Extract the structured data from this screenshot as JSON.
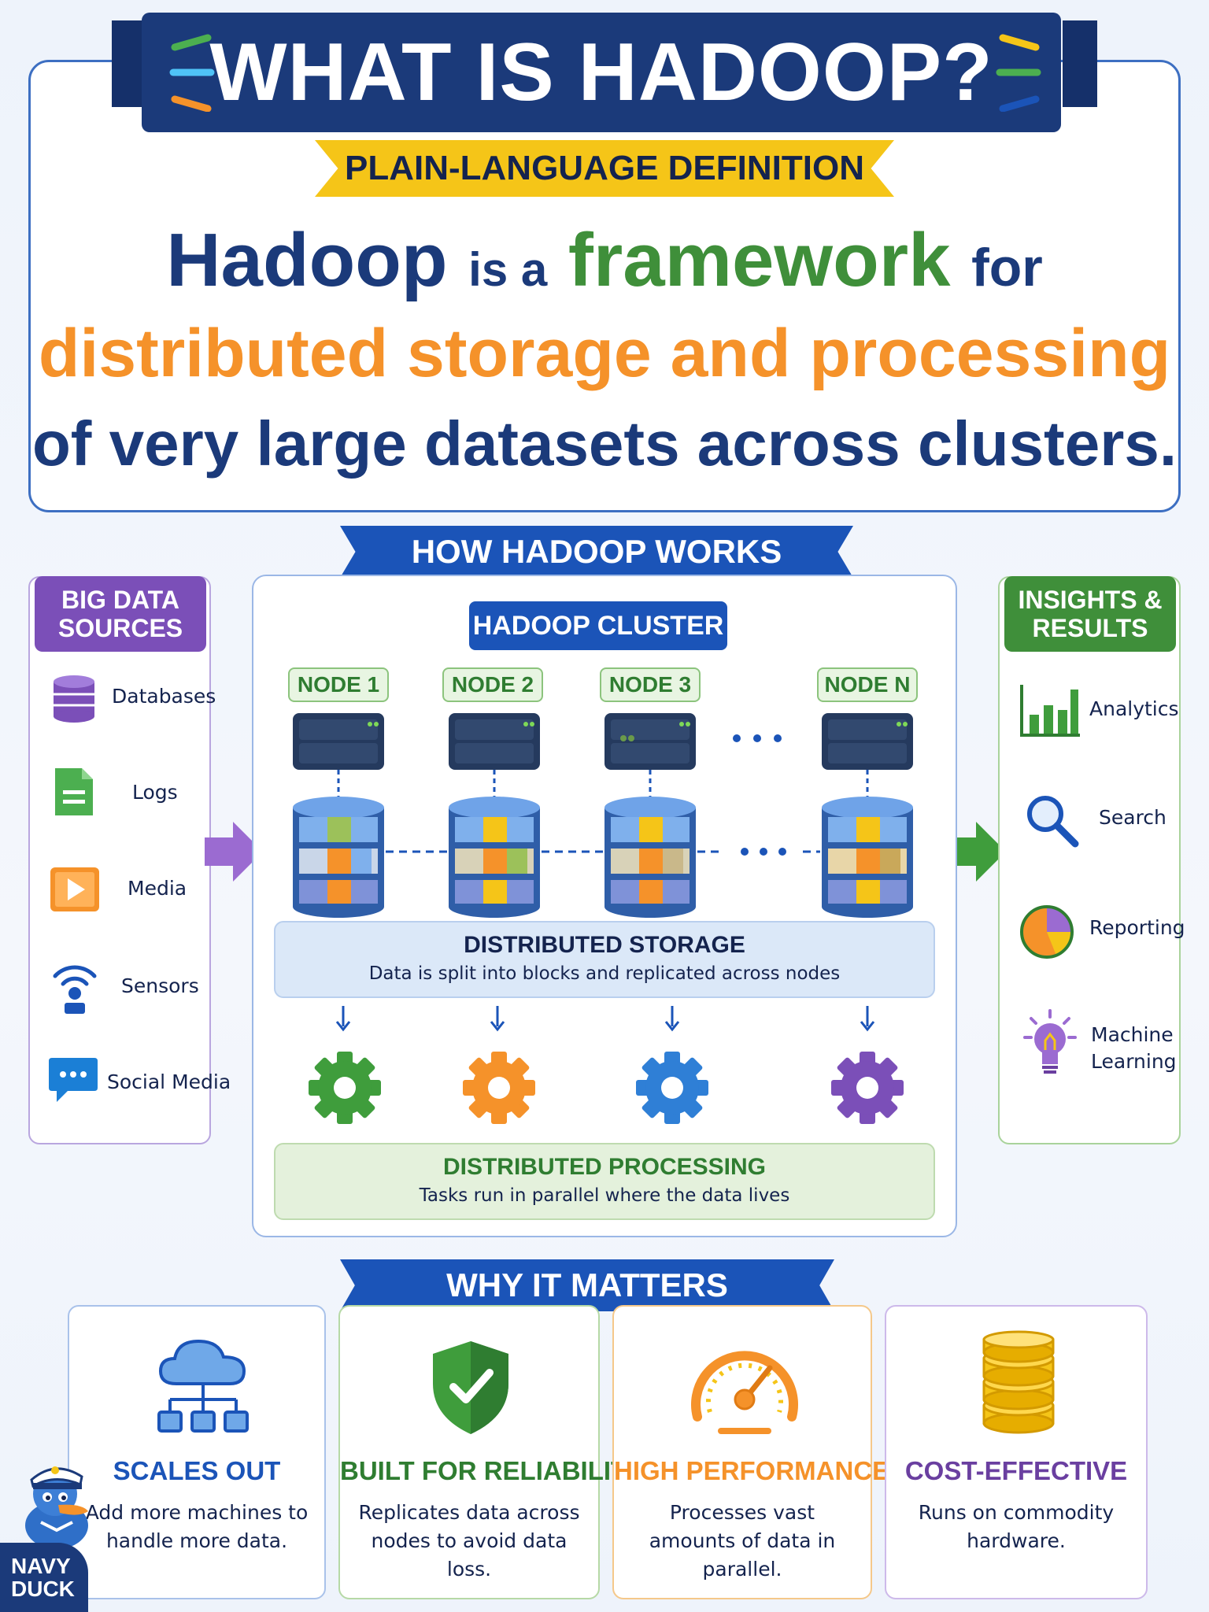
{
  "header": {
    "title": "WHAT IS HADOOP?",
    "subtitle": "PLAIN-LANGUAGE DEFINITION"
  },
  "definition": {
    "line1": {
      "part1": "Hadoop",
      "part2": "is a",
      "part3": "framework",
      "part4": "for"
    },
    "line2": "distributed storage and processing",
    "line3": "of very large datasets across clusters."
  },
  "how": {
    "title": "HOW HADOOP WORKS",
    "sources": {
      "title": "BIG DATA SOURCES",
      "items": [
        {
          "label": "Databases",
          "icon": "database-icon"
        },
        {
          "label": "Logs",
          "icon": "document-icon"
        },
        {
          "label": "Media",
          "icon": "play-icon"
        },
        {
          "label": "Sensors",
          "icon": "sensor-icon"
        },
        {
          "label": "Social Media",
          "icon": "chat-icon"
        }
      ]
    },
    "cluster": {
      "title": "HADOOP CLUSTER",
      "nodes": [
        "NODE 1",
        "NODE 2",
        "NODE 3",
        "NODE N"
      ],
      "storage": {
        "title": "DISTRIBUTED STORAGE",
        "subtitle": "Data is split into blocks and replicated across nodes"
      },
      "processing": {
        "title": "DISTRIBUTED PROCESSING",
        "subtitle": "Tasks run in parallel where the data lives"
      }
    },
    "insights": {
      "title": "INSIGHTS & RESULTS",
      "items": [
        {
          "label": "Analytics",
          "icon": "bar-chart-icon"
        },
        {
          "label": "Search",
          "icon": "magnifier-icon"
        },
        {
          "label": "Reporting",
          "icon": "pie-chart-icon"
        },
        {
          "label": "Machine Learning",
          "icon": "lightbulb-icon"
        }
      ]
    }
  },
  "why": {
    "title": "WHY IT MATTERS",
    "cards": [
      {
        "title": "SCALES OUT",
        "desc": "Add more machines to handle more data.",
        "color": "#1b54b8"
      },
      {
        "title": "BUILT FOR RELIABILITY",
        "desc": "Replicates data across nodes to avoid data loss.",
        "color": "#2f7d31"
      },
      {
        "title": "HIGH PERFORMANCE",
        "desc": "Processes vast amounts of data in parallel.",
        "color": "#f5922a"
      },
      {
        "title": "COST-EFFECTIVE",
        "desc": "Runs on commodity hardware.",
        "color": "#6a3fa0"
      }
    ]
  },
  "brand": {
    "line1": "NAVY",
    "line2": "DUCK"
  },
  "colors": {
    "navy": "#1b3a7a",
    "blue": "#1b54b8",
    "green": "#3f8f3a",
    "orange": "#f5922a",
    "purple": "#7b4fb8",
    "yellow": "#f5c518"
  }
}
